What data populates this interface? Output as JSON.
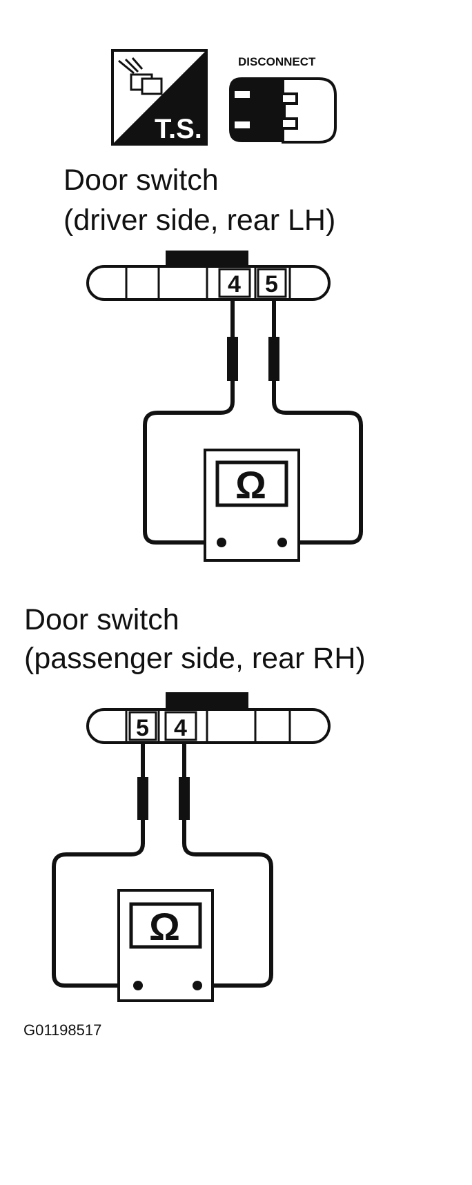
{
  "icons": {
    "ts_label": "T.S.",
    "ts_icon": "troubleshooting-icon",
    "disconnect_label": "DISCONNECT",
    "disconnect_icon": "connector-disconnect-icon"
  },
  "diagrams": [
    {
      "title_line1": "Door switch",
      "title_line2": "(driver side, rear LH)",
      "pin_a": "4",
      "pin_b": "5",
      "meter_symbol": "Ω"
    },
    {
      "title_line1": "Door switch",
      "title_line2": "(passenger side, rear RH)",
      "pin_a": "5",
      "pin_b": "4",
      "meter_symbol": "Ω"
    }
  ],
  "figure_code": "G01198517"
}
